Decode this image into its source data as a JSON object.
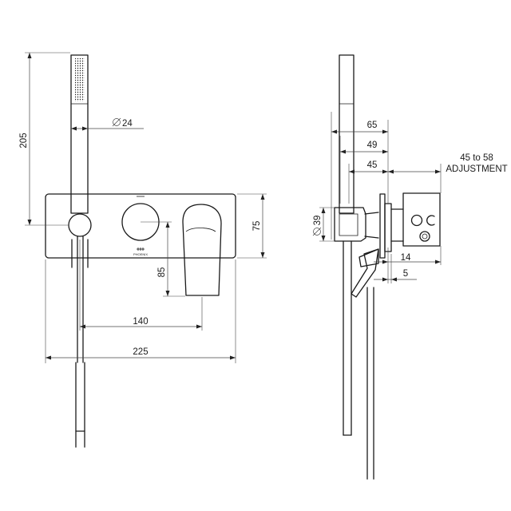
{
  "front_view": {
    "dimensions": {
      "height_total": "205",
      "diameter_handpiece": "24",
      "plate_height": "75",
      "spout_drop": "85",
      "outlet_centers": "140",
      "plate_width": "225"
    },
    "logo_text": "PHOENIX"
  },
  "side_view": {
    "dimensions": {
      "depth_65": "65",
      "depth_49": "49",
      "depth_45": "45",
      "adjustment_value": "45 to 58",
      "adjustment_label": "ADJUSTMENT",
      "diameter_39": "39",
      "offset_14": "14",
      "offset_5": "5"
    }
  }
}
